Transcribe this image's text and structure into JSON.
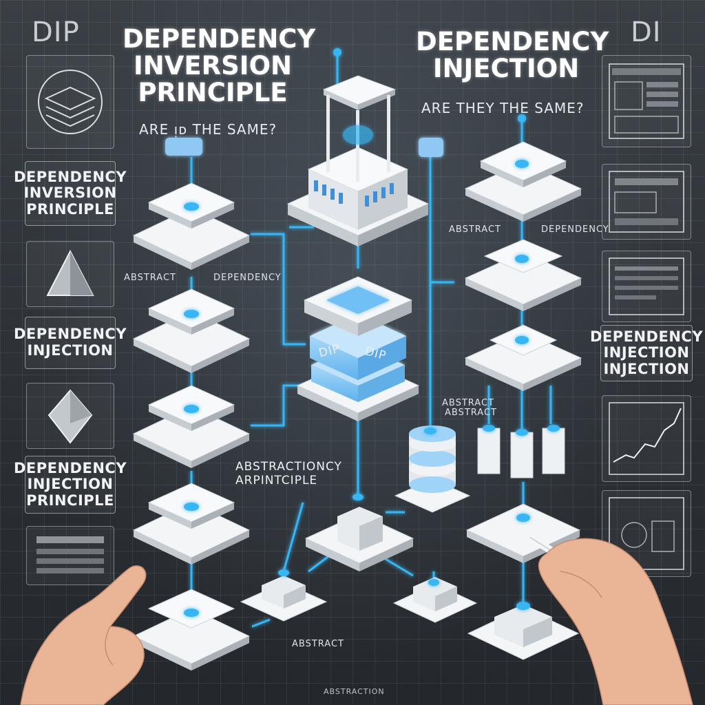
{
  "corner_left": "DIP",
  "corner_right": "DI",
  "title_left": [
    "DEPENDENCY",
    "INVERSION",
    "PRINCIPLE"
  ],
  "title_right": [
    "DEPENDENCY",
    "INJECTION"
  ],
  "subtitle_left": "ARE ᴉᴅ THE SAME?",
  "subtitle_right": "ARE THEY THE SAME?",
  "side_left_labels": [
    [
      "DEPENDENCY",
      "INVERSION",
      "PRINCIPLE"
    ],
    [
      "DEPENDENCY",
      "INJECTION"
    ],
    [
      "DEPENDENCY",
      "INJECTION",
      "PRINCIPLE"
    ]
  ],
  "side_right_label": [
    "DEPENDENCY",
    "INJECTION",
    "INJECTION"
  ],
  "center_block_labels": [
    "DIP",
    "DIP"
  ],
  "center_annotation": [
    "ABSTRACTIONCY",
    "ARPINTCIPLE"
  ],
  "small_labels": {
    "abstract_left": "ABSTRACT",
    "dependency_left": "DEPENDENCY",
    "abstract_right": "ABSTRACT",
    "dependency_right": "DEPENDENCY",
    "abstract_mid": "ABSTRACT",
    "abstract_mid_sub": "ABSTRACT",
    "abstract_bottom": "ABSTRACT",
    "footer": "ABSTRACTION"
  },
  "colors": {
    "accent": "#38b6f4",
    "board": "#2c3036",
    "block": "#f3f5f7",
    "block_blue": "#8fc8f2"
  }
}
